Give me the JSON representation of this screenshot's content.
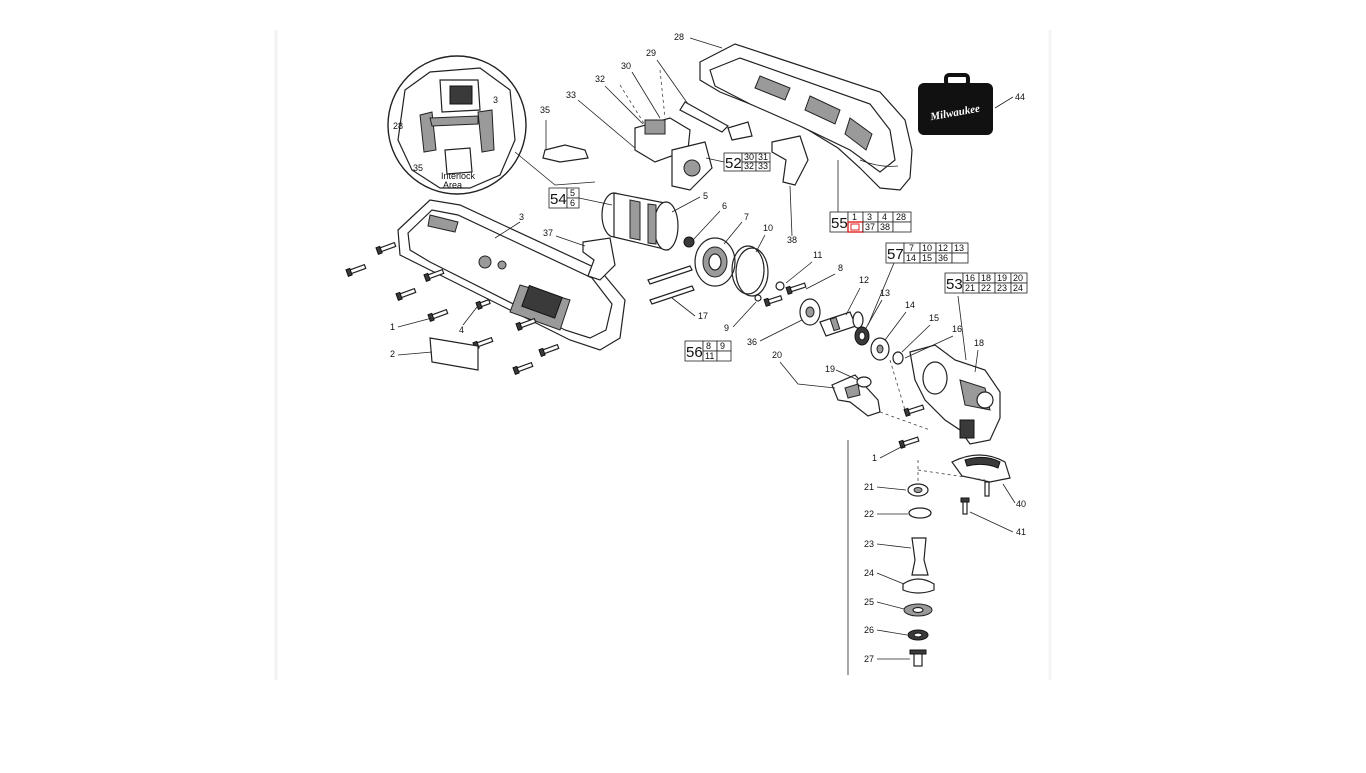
{
  "brand": {
    "logo_text": "Milwaukee",
    "case_part": "44"
  },
  "inset": {
    "label_line1": "Interlock",
    "label_line2": "Area",
    "callouts": [
      "3",
      "28",
      "35"
    ]
  },
  "callouts": {
    "n1a": "1",
    "n1b": "1",
    "n2": "2",
    "n3": "3",
    "n4": "4",
    "n5": "5",
    "n6": "6",
    "n7": "7",
    "n8": "8",
    "n9": "9",
    "n10": "10",
    "n11": "11",
    "n12": "12",
    "n13": "13",
    "n14": "14",
    "n15": "15",
    "n16": "16",
    "n17": "17",
    "n18": "18",
    "n19": "19",
    "n20": "20",
    "n21": "21",
    "n22": "22",
    "n23": "23",
    "n24": "24",
    "n25": "25",
    "n26": "26",
    "n27": "27",
    "n28": "28",
    "n29": "29",
    "n30": "30",
    "n32": "32",
    "n33": "33",
    "n35": "35",
    "n36": "36",
    "n37": "37",
    "n38": "38",
    "n40": "40",
    "n41": "41",
    "n44": "44"
  },
  "kits": [
    {
      "id": "52",
      "rows": [
        [
          "30",
          "31"
        ],
        [
          "32",
          "33"
        ]
      ]
    },
    {
      "id": "53",
      "rows": [
        [
          "16",
          "18",
          "19",
          "20"
        ],
        [
          "21",
          "22",
          "23",
          "24"
        ]
      ]
    },
    {
      "id": "54",
      "rows": [
        [
          "5"
        ],
        [
          "6"
        ]
      ]
    },
    {
      "id": "55",
      "rows": [
        [
          "1",
          "3",
          "4",
          "28"
        ],
        [
          "",
          "37",
          "38",
          ""
        ]
      ]
    },
    {
      "id": "56",
      "rows": [
        [
          "8",
          "9"
        ],
        [
          "11",
          ""
        ]
      ]
    },
    {
      "id": "57",
      "rows": [
        [
          "7",
          "10",
          "12",
          "13"
        ],
        [
          "14",
          "15",
          "36",
          ""
        ]
      ]
    }
  ]
}
